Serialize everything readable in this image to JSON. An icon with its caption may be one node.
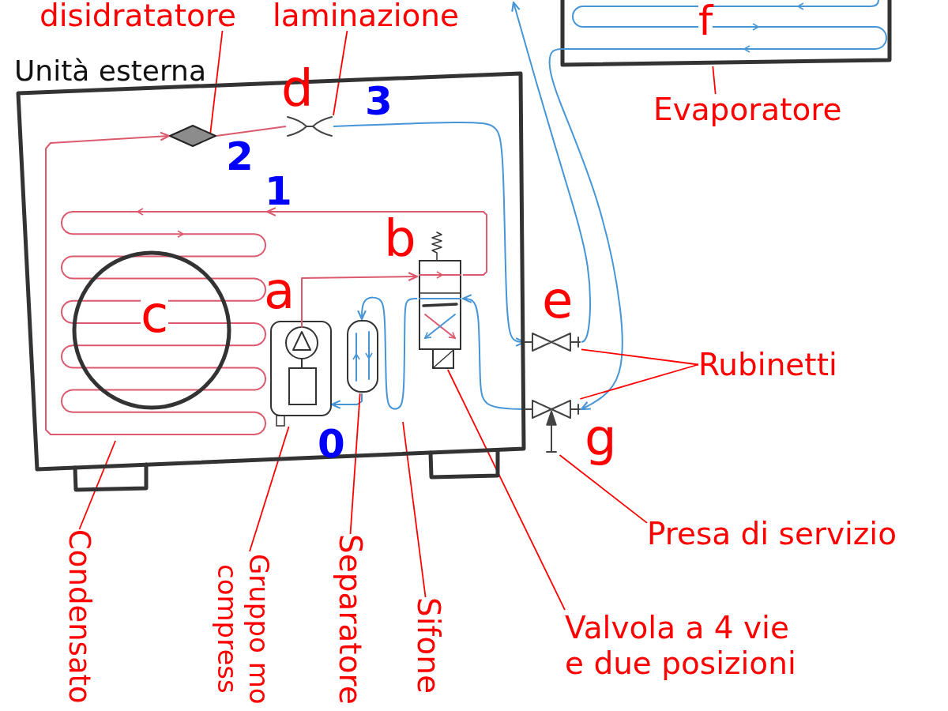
{
  "diagram": {
    "nodes": [
      {
        "text": [
          "disidratatore"
        ]
      },
      {
        "text": [
          "laminazione"
        ]
      },
      {
        "text": [
          "f"
        ]
      },
      {
        "text": [
          "Unità esterna"
        ]
      },
      {
        "text": [],
        "shape": "diamond",
        "in": 3
      },
      {
        "text": [],
        "shape": "picture",
        "in": 3,
        "beside": [
          "d"
        ]
      },
      {
        "text": [
          "c"
        ],
        "in": 3
      },
      {
        "text": [],
        "shape": "picture",
        "in": 3,
        "beside": [
          "b"
        ]
      },
      {
        "text": [],
        "shape": "picture",
        "in": 3,
        "beside": [
          "a"
        ]
      },
      {
        "text": [],
        "shape": "oval",
        "in": 3
      },
      {
        "text": [],
        "shape": "picture",
        "beside": [
          "e"
        ]
      },
      {
        "text": [],
        "shape": "picture",
        "beside": [
          "g"
        ]
      },
      {
        "text": [
          "Evaporatore"
        ]
      },
      {
        "text": [
          "Rubinetti"
        ]
      },
      {
        "text": [
          "Presa di servizio"
        ]
      },
      {
        "text": [
          "Condensato"
        ]
      },
      {
        "text": [
          "Gruppo mo compress"
        ]
      },
      {
        "text": [
          "Separatore"
        ]
      },
      {
        "text": [
          "Sifone"
        ]
      },
      {
        "text": [
          "Valvola a 4 vie e due posizioni"
        ]
      }
    ],
    "edges": [
      {
        "from": 8,
        "to": 7,
        "arrow": "to",
        "color": "#dc5a6e"
      },
      {
        "from": 7,
        "to": 6,
        "arrow": "to",
        "color": "#dc5a6e"
      },
      {
        "from": 6,
        "to": 4,
        "arrow": "to",
        "color": "#dc5a6e"
      },
      {
        "from": 4,
        "to": 5,
        "arrow": "none",
        "color": "#dc5a6e"
      },
      {
        "from": 5,
        "to": 10,
        "arrow": "to",
        "color": "#4696d7"
      },
      {
        "from": 10,
        "to": null,
        "arrow": "to",
        "color": "#4696d7"
      },
      {
        "from": 2,
        "to": 11,
        "arrow": "to",
        "color": "#4696d7"
      },
      {
        "from": 11,
        "to": 7,
        "arrow": "to",
        "color": "#4696d7"
      },
      {
        "from": 7,
        "to": 9,
        "arrow": "to",
        "color": "#4696d7"
      },
      {
        "from": 9,
        "to": 8,
        "arrow": "to",
        "color": "#4696d7"
      },
      {
        "from": 0,
        "to": 4,
        "arrow": "none"
      },
      {
        "from": 1,
        "to": 5,
        "arrow": "none"
      },
      {
        "from": 12,
        "to": 2,
        "arrow": "none"
      },
      {
        "from": 13,
        "to": 10,
        "arrow": "none"
      },
      {
        "from": 13,
        "to": 11,
        "arrow": "none"
      },
      {
        "from": 14,
        "to": 11,
        "arrow": "none"
      },
      {
        "from": 15,
        "to": 6,
        "arrow": "none"
      },
      {
        "from": 16,
        "to": 8,
        "arrow": "none"
      },
      {
        "from": 17,
        "to": 9,
        "arrow": "none"
      },
      {
        "from": 18,
        "to": null,
        "arrow": "none"
      },
      {
        "from": 19,
        "to": 7,
        "arrow": "none"
      }
    ],
    "labels": [
      "2",
      "3",
      "1",
      "0"
    ]
  }
}
